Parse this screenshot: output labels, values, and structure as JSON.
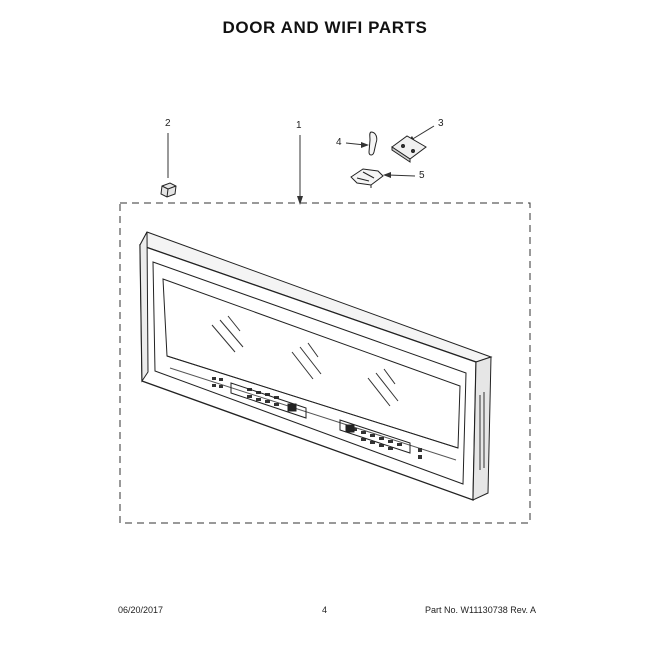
{
  "header": {
    "title": "DOOR AND WIFI PARTS"
  },
  "callouts": {
    "part_1": "1",
    "part_2": "2",
    "part_3": "3",
    "part_4": "4",
    "part_5": "5"
  },
  "footer": {
    "date": "06/20/2017",
    "page_number": "4",
    "part_no": "Part No. W11130738 Rev. A"
  }
}
